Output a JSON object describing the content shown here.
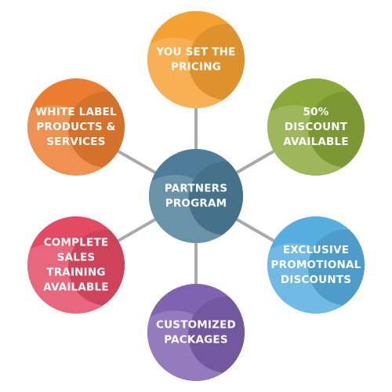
{
  "center": {
    "lines": [
      "PARTNERS",
      "PROGRAM"
    ],
    "color": "#4e7d99"
  },
  "nodes": [
    {
      "id": "pricing",
      "lines": [
        "YOU SET THE",
        "PRICING"
      ],
      "color": "#f6a233"
    },
    {
      "id": "discount",
      "lines": [
        "50%",
        "DISCOUNT",
        "AVAILABLE"
      ],
      "color": "#8aa93a"
    },
    {
      "id": "promotional",
      "lines": [
        "EXCLUSIVE",
        "PROMOTIONAL",
        "DISCOUNTS"
      ],
      "color": "#56ade0"
    },
    {
      "id": "packages",
      "lines": [
        "CUSTOMIZED",
        "PACKAGES"
      ],
      "color": "#7f62b0"
    },
    {
      "id": "training",
      "lines": [
        "COMPLETE",
        "SALES",
        "TRAINING",
        "AVAILABLE"
      ],
      "color": "#e54a63"
    },
    {
      "id": "white-label",
      "lines": [
        "WHITE LABEL",
        "PRODUCTS &",
        "SERVICES"
      ],
      "color": "#ec7d30"
    }
  ],
  "connector_color": "#a7a9ac"
}
